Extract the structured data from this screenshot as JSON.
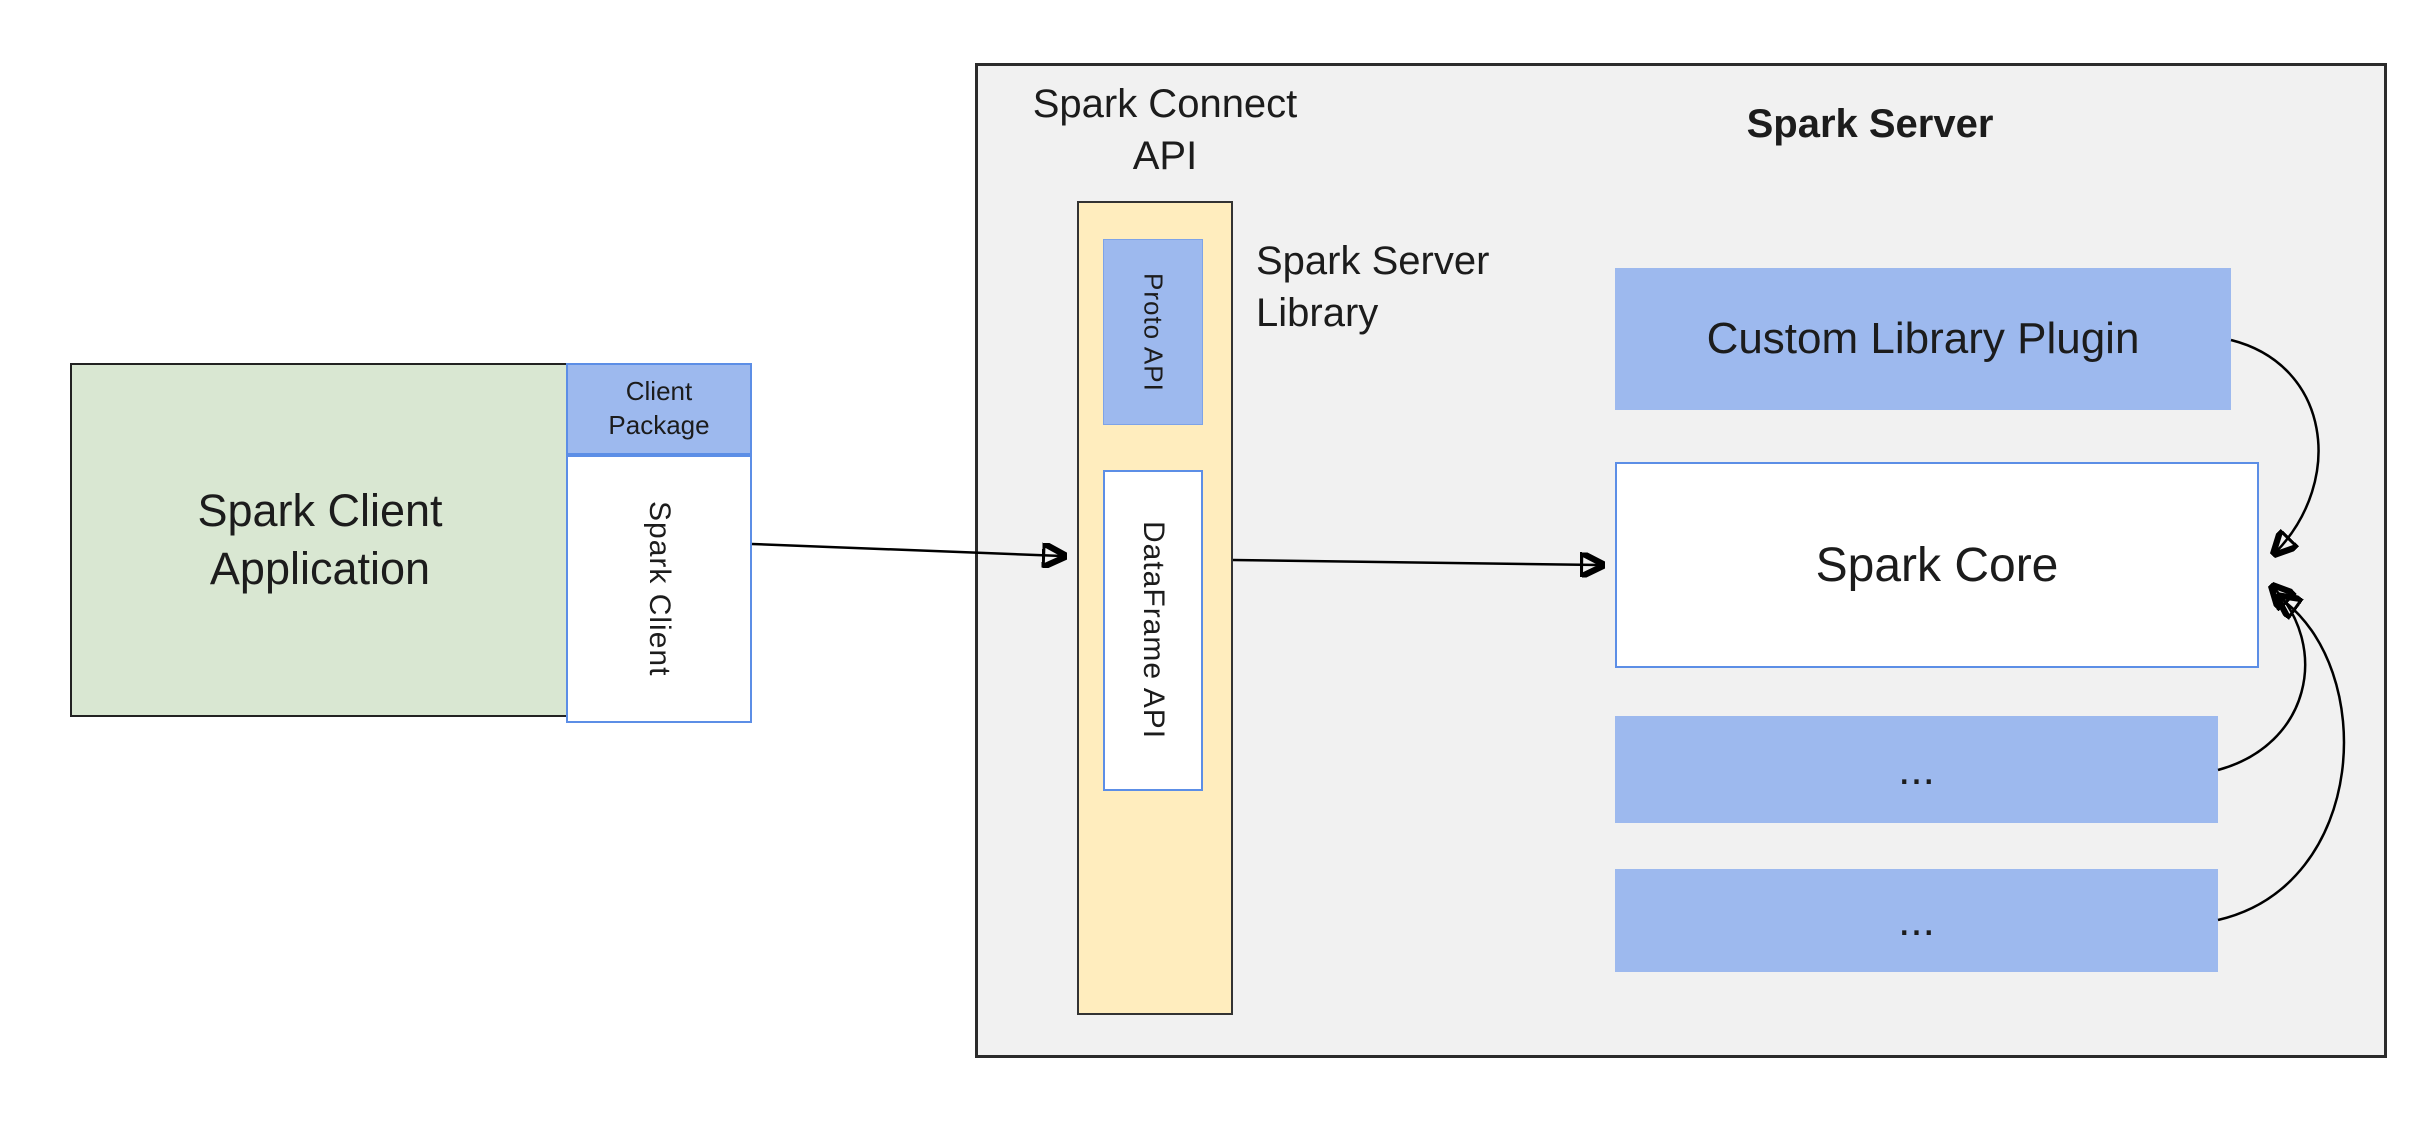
{
  "diagram": {
    "client": {
      "app_label": "Spark Client\nApplication",
      "client_package_label": "Client\nPackage",
      "spark_client_label": "Spark Client"
    },
    "server": {
      "connect_api_label": "Spark Connect\nAPI",
      "title": "Spark Server",
      "proto_api_label": "Proto  API",
      "dataframe_api_label": "DataFrame API",
      "server_library_label": "Spark Server\nLibrary",
      "custom_plugin_label": "Custom Library Plugin",
      "spark_core_label": "Spark Core",
      "module1_label": "...",
      "module2_label": "..."
    },
    "colors": {
      "green_fill": "#d9e7d2",
      "blue_fill": "#9db9ee",
      "yellow_fill": "#ffedbe",
      "gray_fill": "#f1f1f1",
      "border_dark": "#222222",
      "border_blue": "#5c8ee6",
      "text_color": "#1c1c1c",
      "arrow_color": "#000000"
    }
  }
}
